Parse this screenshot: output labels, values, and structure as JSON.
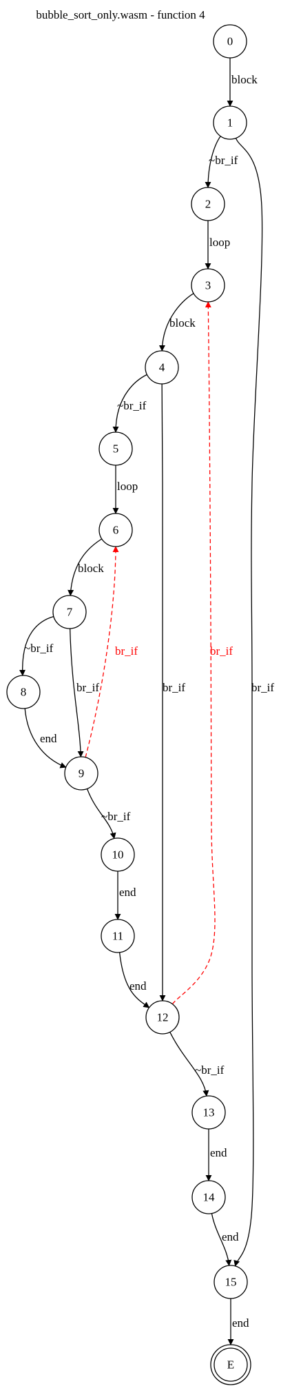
{
  "title": "bubble_sort_only.wasm - function 4",
  "colors": {
    "normal": "#000000",
    "back_edge": "#ff0000"
  },
  "nodes": [
    {
      "id": "0",
      "label": "0"
    },
    {
      "id": "1",
      "label": "1"
    },
    {
      "id": "2",
      "label": "2"
    },
    {
      "id": "3",
      "label": "3"
    },
    {
      "id": "4",
      "label": "4"
    },
    {
      "id": "5",
      "label": "5"
    },
    {
      "id": "6",
      "label": "6"
    },
    {
      "id": "7",
      "label": "7"
    },
    {
      "id": "8",
      "label": "8"
    },
    {
      "id": "9",
      "label": "9"
    },
    {
      "id": "10",
      "label": "10"
    },
    {
      "id": "11",
      "label": "11"
    },
    {
      "id": "12",
      "label": "12"
    },
    {
      "id": "13",
      "label": "13"
    },
    {
      "id": "14",
      "label": "14"
    },
    {
      "id": "15",
      "label": "15"
    },
    {
      "id": "E",
      "label": "E",
      "terminal": true
    }
  ],
  "edges": [
    {
      "from": "0",
      "to": "1",
      "label": "block"
    },
    {
      "from": "1",
      "to": "2",
      "label": "~br_if"
    },
    {
      "from": "1",
      "to": "15",
      "label": "br_if"
    },
    {
      "from": "2",
      "to": "3",
      "label": "loop"
    },
    {
      "from": "3",
      "to": "4",
      "label": "block"
    },
    {
      "from": "4",
      "to": "5",
      "label": "~br_if"
    },
    {
      "from": "4",
      "to": "12",
      "label": "br_if"
    },
    {
      "from": "5",
      "to": "6",
      "label": "loop"
    },
    {
      "from": "6",
      "to": "7",
      "label": "block"
    },
    {
      "from": "7",
      "to": "8",
      "label": "~br_if"
    },
    {
      "from": "7",
      "to": "9",
      "label": "br_if"
    },
    {
      "from": "8",
      "to": "9",
      "label": "end"
    },
    {
      "from": "9",
      "to": "6",
      "label": "br_if",
      "back": true
    },
    {
      "from": "9",
      "to": "10",
      "label": "~br_if"
    },
    {
      "from": "10",
      "to": "11",
      "label": "end"
    },
    {
      "from": "11",
      "to": "12",
      "label": "end"
    },
    {
      "from": "12",
      "to": "3",
      "label": "br_if",
      "back": true
    },
    {
      "from": "12",
      "to": "13",
      "label": "~br_if"
    },
    {
      "from": "13",
      "to": "14",
      "label": "end"
    },
    {
      "from": "14",
      "to": "15",
      "label": "end"
    },
    {
      "from": "15",
      "to": "E",
      "label": "end"
    }
  ]
}
